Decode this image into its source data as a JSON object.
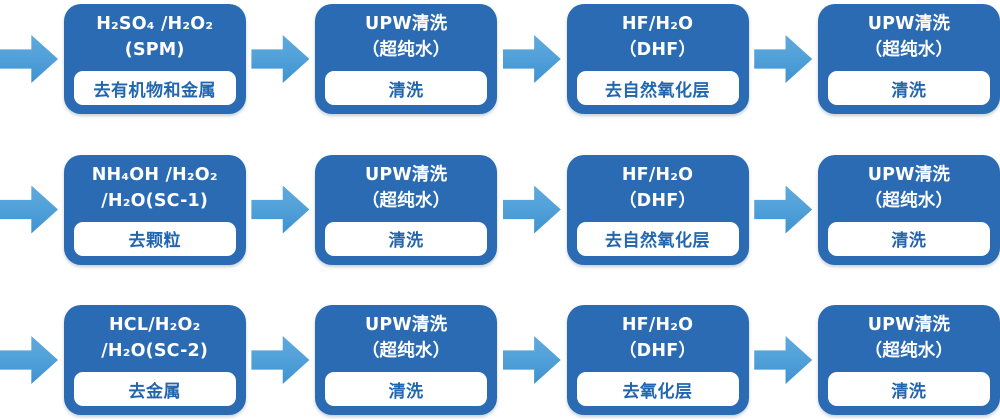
{
  "diagram": {
    "type": "process-flow",
    "description_visible_only": "wafer wet-cleaning flow, 3 rows x 4 steps with right block arrows"
  },
  "colors": {
    "box": "#2A6BB4",
    "arrow": "#52A1D9",
    "label_text": "#2166AE",
    "background": "#FFFFFF"
  },
  "icons": {
    "arrow": "right-block-arrow"
  },
  "rows": [
    {
      "steps": [
        {
          "title1": "H₂SO₄ /H₂O₂",
          "title2": "(SPM)",
          "label": "去有机物和金属"
        },
        {
          "title1": "UPW清洗",
          "title2": "（超纯水）",
          "label": "清洗"
        },
        {
          "title1": "HF/H₂O",
          "title2": "（DHF）",
          "label": "去自然氧化层"
        },
        {
          "title1": "UPW清洗",
          "title2": "（超纯水）",
          "label": "清洗"
        }
      ]
    },
    {
      "steps": [
        {
          "title1": "NH₄OH /H₂O₂",
          "title2": "/H₂O(SC-1)",
          "label": "去颗粒"
        },
        {
          "title1": "UPW清洗",
          "title2": "（超纯水）",
          "label": "清洗"
        },
        {
          "title1": "HF/H₂O",
          "title2": "（DHF）",
          "label": "去自然氧化层"
        },
        {
          "title1": "UPW清洗",
          "title2": "（超纯水）",
          "label": "清洗"
        }
      ]
    },
    {
      "steps": [
        {
          "title1": "HCL/H₂O₂",
          "title2": "/H₂O(SC-2)",
          "label": "去金属"
        },
        {
          "title1": "UPW清洗",
          "title2": "（超纯水）",
          "label": "清洗"
        },
        {
          "title1": "HF/H₂O",
          "title2": "（DHF）",
          "label": "去氧化层"
        },
        {
          "title1": "UPW清洗",
          "title2": "（超纯水）",
          "label": "清洗"
        }
      ]
    }
  ]
}
